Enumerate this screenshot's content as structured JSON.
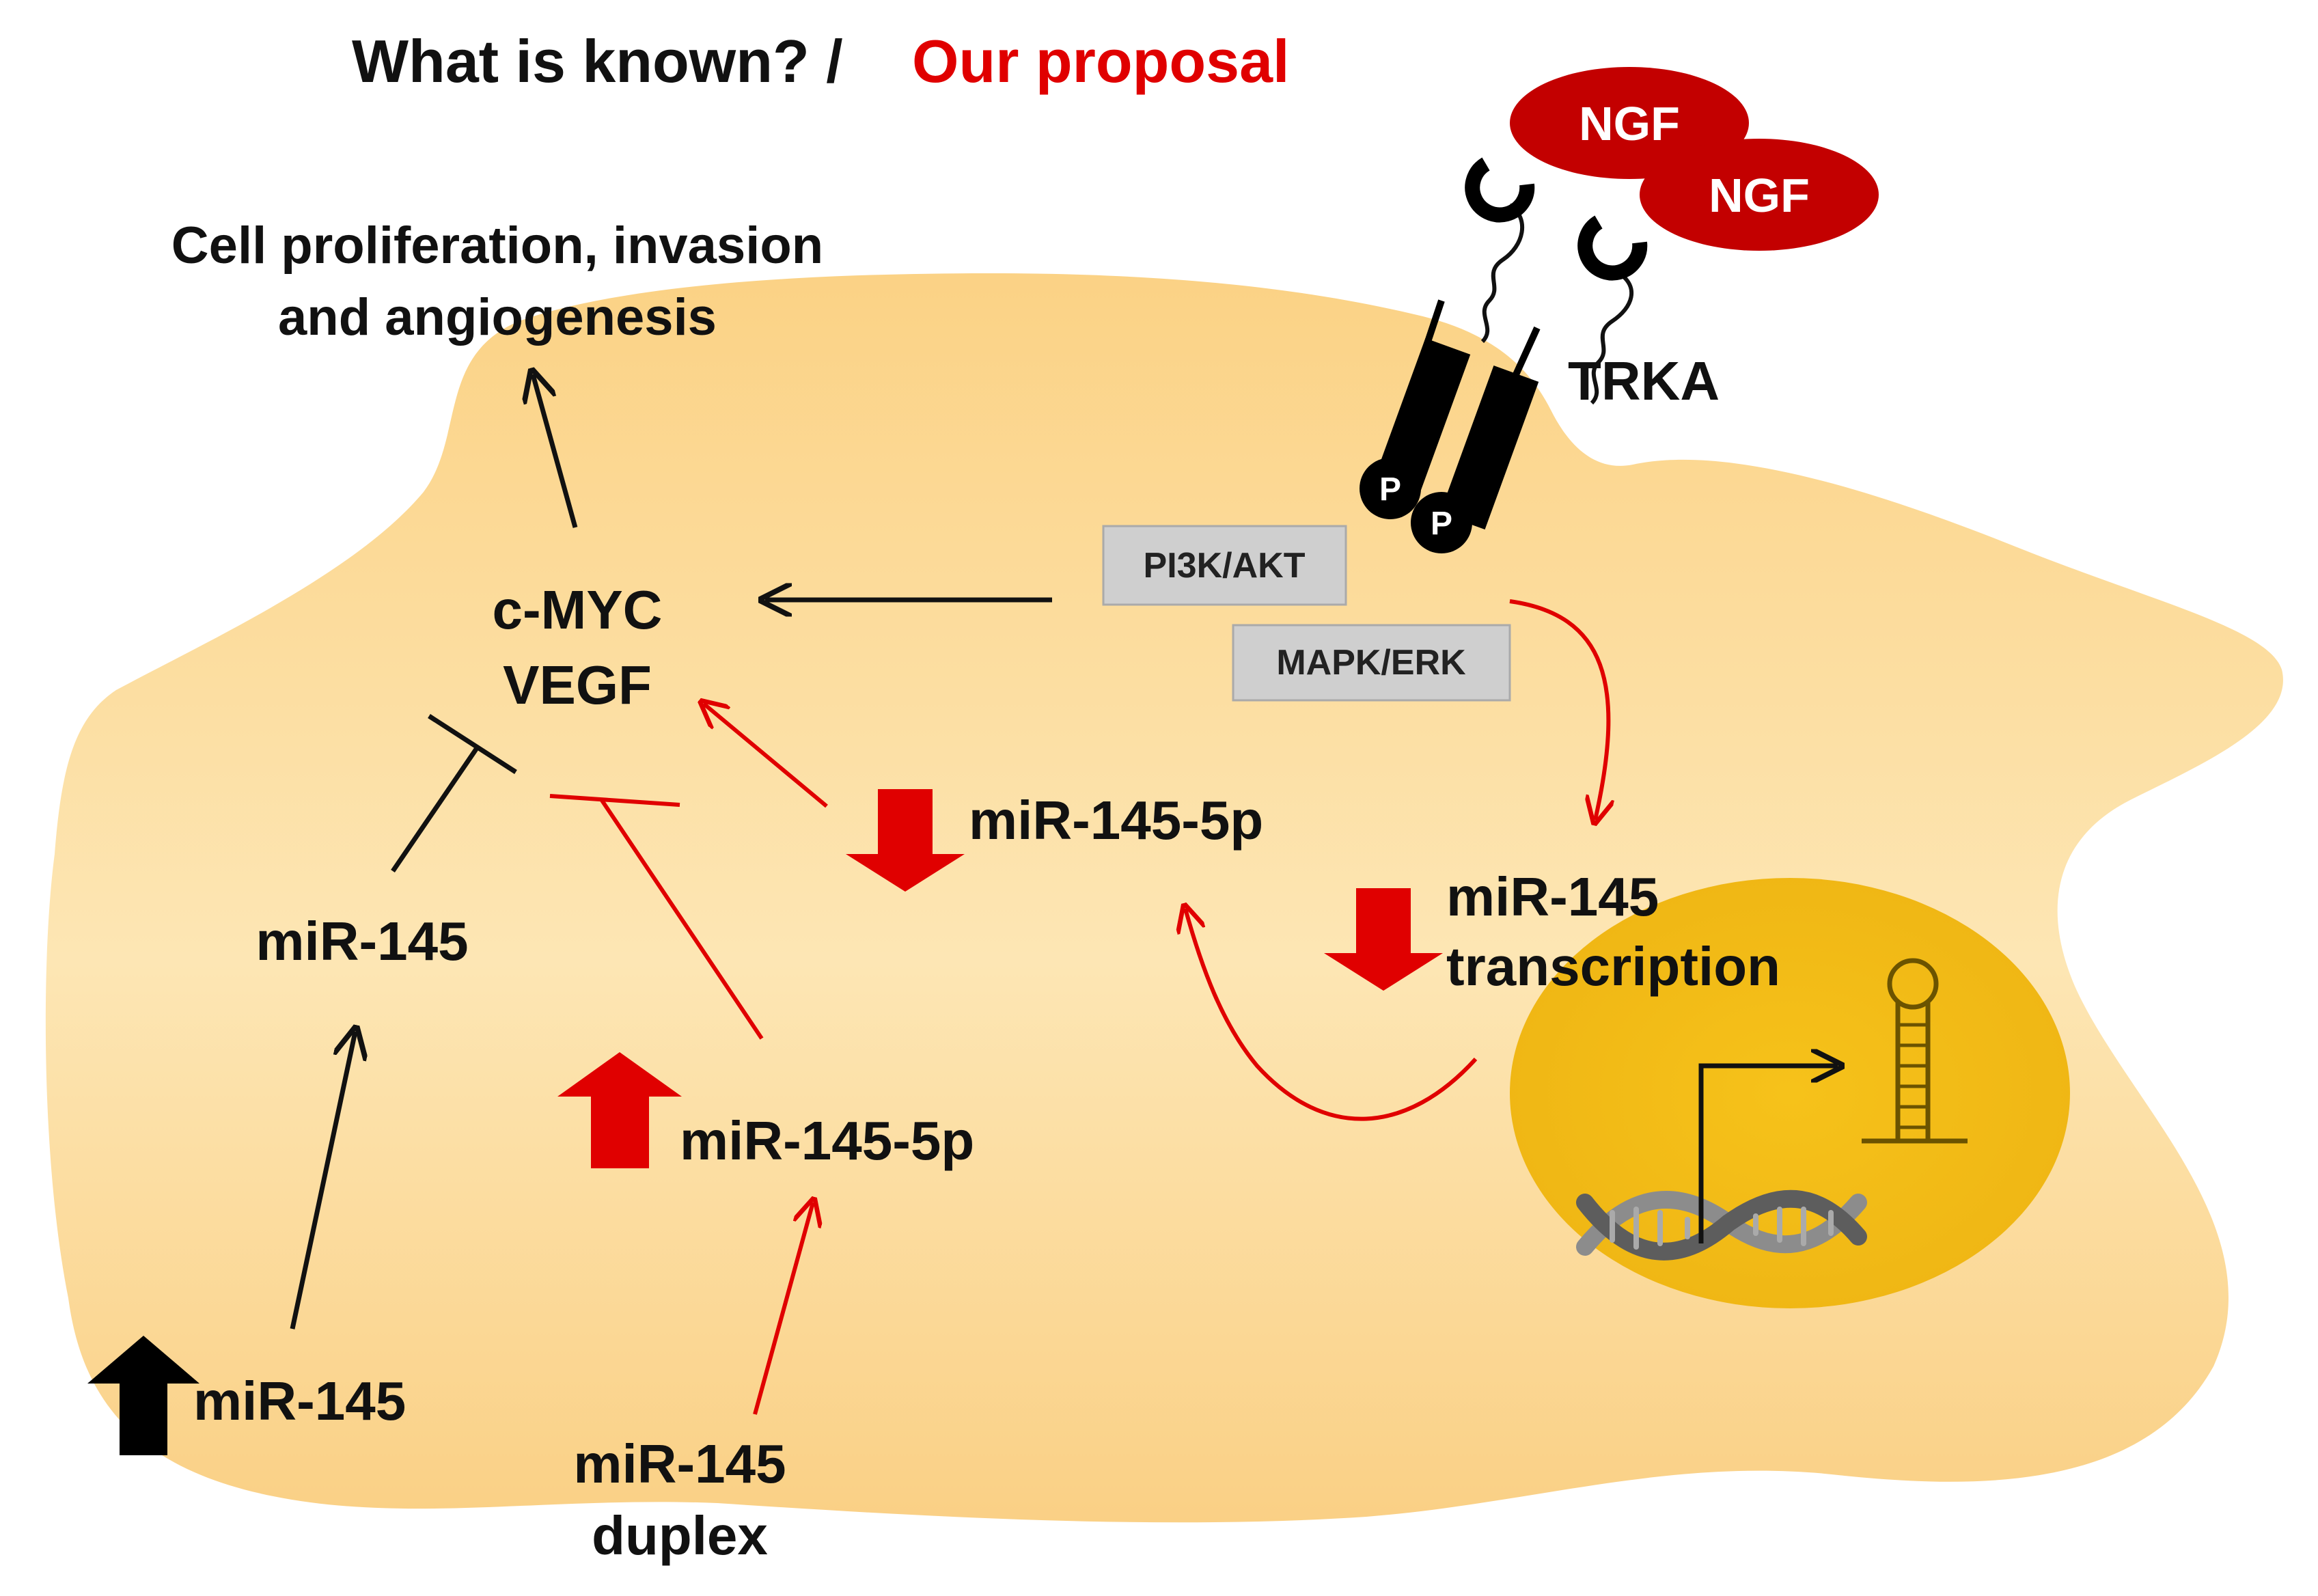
{
  "title": {
    "known": "What is known? /",
    "proposal": "Our proposal"
  },
  "labels": {
    "outcome_line1": "Cell proliferation, invasion",
    "outcome_line2": "and angiogenesis",
    "targets_line1": "c-MYC",
    "targets_line2": "VEGF",
    "mir145_mid": "miR-145",
    "mir145_bottom": "miR-145",
    "mir145_5p_down": "miR-145-5p",
    "mir145_5p_up": "miR-145-5p",
    "duplex_line1": "miR-145",
    "duplex_line2": "duplex",
    "transcription_line1": "miR-145",
    "transcription_line2": "transcription",
    "receptor": "TRKA",
    "ngf_1": "NGF",
    "ngf_2": "NGF",
    "phospho_1": "P",
    "phospho_2": "P"
  },
  "pathways": {
    "pi3k": "PI3K/AKT",
    "mapk": "MAPK/ERK"
  },
  "colors": {
    "cell": "#fbd58a",
    "nucleus": "#f2bb16",
    "ngf": "#c30000",
    "red": "#e00000",
    "black": "#111111",
    "pathway_box": "#cfcfcf"
  }
}
